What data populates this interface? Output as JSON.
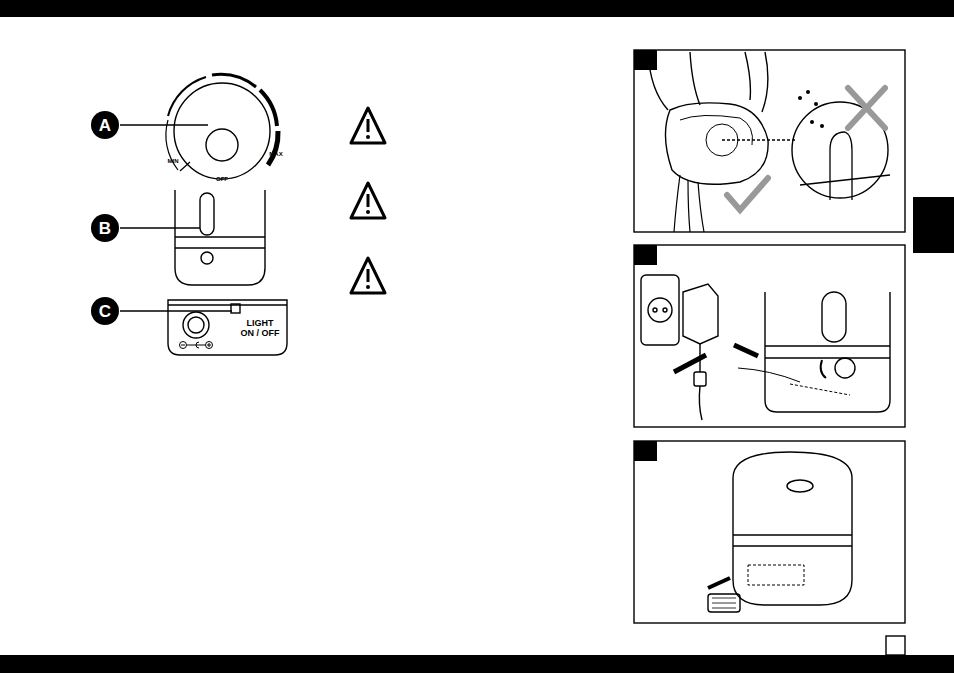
{
  "diagram": {
    "nodes": [
      {
        "text": [
          "A"
        ]
      },
      {
        "text": [
          "B"
        ]
      },
      {
        "text": [
          "C"
        ]
      }
    ],
    "labels": [
      "MIN",
      "OFF",
      "MAX",
      "LIGHT ON / OFF"
    ]
  }
}
